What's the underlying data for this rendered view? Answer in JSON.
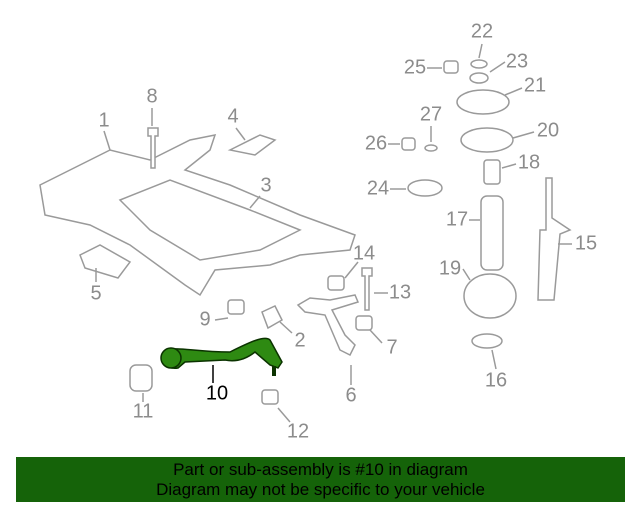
{
  "diagram": {
    "highlight_color": "#156309",
    "highlighted_part": "10",
    "callouts": [
      "1",
      "2",
      "3",
      "4",
      "5",
      "6",
      "7",
      "8",
      "9",
      "10",
      "11",
      "12",
      "13",
      "14",
      "15",
      "16",
      "17",
      "18",
      "19",
      "20",
      "21",
      "22",
      "23",
      "24",
      "25",
      "26",
      "27"
    ]
  },
  "banner": {
    "line1": "Part or sub-assembly is #10 in diagram",
    "line2": "Diagram may not be specific to your vehicle",
    "background": "#156309"
  }
}
